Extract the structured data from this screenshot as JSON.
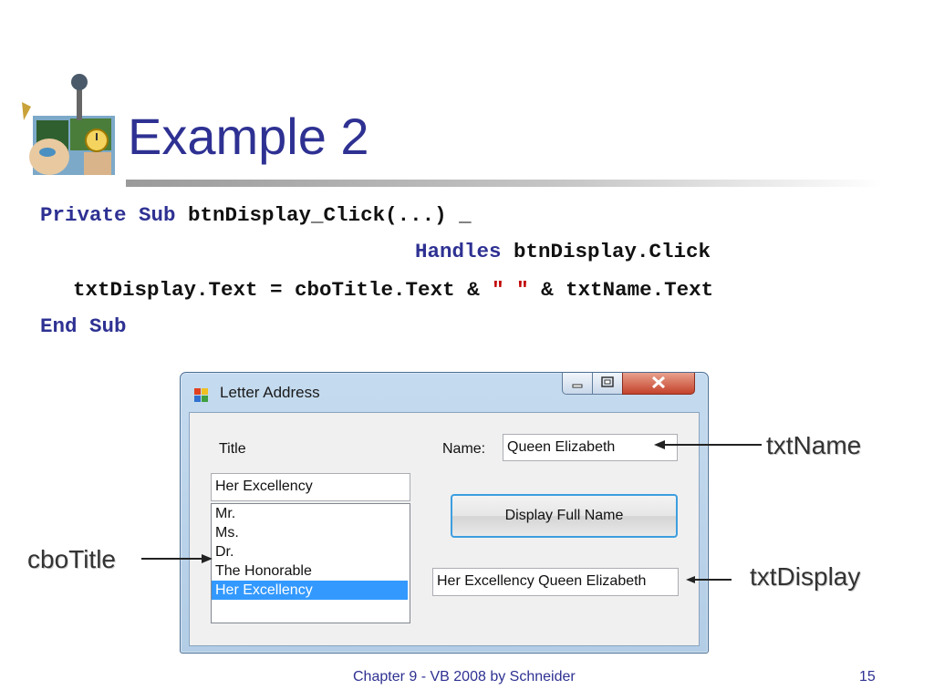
{
  "slide": {
    "title": "Example 2",
    "footer": "Chapter 9 - VB 2008 by Schneider",
    "page_number": "15"
  },
  "code": {
    "line1": {
      "kw1": "Private Sub",
      "rest": " btnDisplay_Click(...) _"
    },
    "line2": {
      "kw": "Handles",
      "rest": " btnDisplay.Click"
    },
    "line3": {
      "a": "txtDisplay.Text = cboTitle.Text & ",
      "str": "\" \"",
      "b": " & txtName.Text"
    },
    "line4": {
      "kw": "End Sub"
    }
  },
  "window": {
    "title": "Letter Address",
    "title_label": "Title",
    "name_label": "Name:",
    "name_value": "Queen Elizabeth",
    "combo_value": "Her Excellency",
    "list_items": [
      "Mr.",
      "Ms.",
      "Dr.",
      "The Honorable",
      "Her Excellency"
    ],
    "selected_item": "Her Excellency",
    "display_button": "Display Full Name",
    "display_value": "Her Excellency Queen Elizabeth"
  },
  "annotations": {
    "txtName": "txtName",
    "cboTitle": "cboTitle",
    "txtDisplay": "txtDisplay"
  },
  "colors": {
    "title": "#2e3192",
    "keyword": "#2e3192",
    "string": "#c00000",
    "selection": "#3399ff"
  }
}
